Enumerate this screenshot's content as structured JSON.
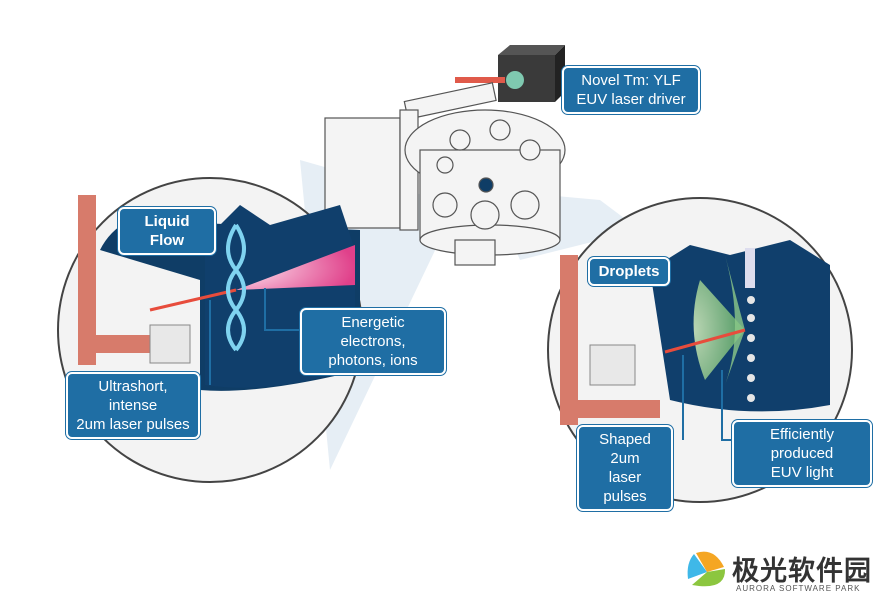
{
  "labels": {
    "laser_driver": [
      "Novel Tm: YLF",
      "EUV laser driver"
    ],
    "liquid_flow": "Liquid Flow",
    "energetic": [
      "Energetic electrons,",
      "photons, ions"
    ],
    "ultrashort": [
      "Ultrashort, intense",
      "2um laser pulses"
    ],
    "droplets": "Droplets",
    "shaped": [
      "Shaped 2um",
      "laser pulses"
    ],
    "euv": [
      "Efficiently produced",
      "EUV light"
    ]
  },
  "logo": {
    "cn": "极光软件园",
    "en": "AURORA SOFTWARE PARK"
  },
  "colors": {
    "label_bg": "#1f6ea4",
    "chamber": "#0f3d66",
    "laser": "#d9534f"
  }
}
